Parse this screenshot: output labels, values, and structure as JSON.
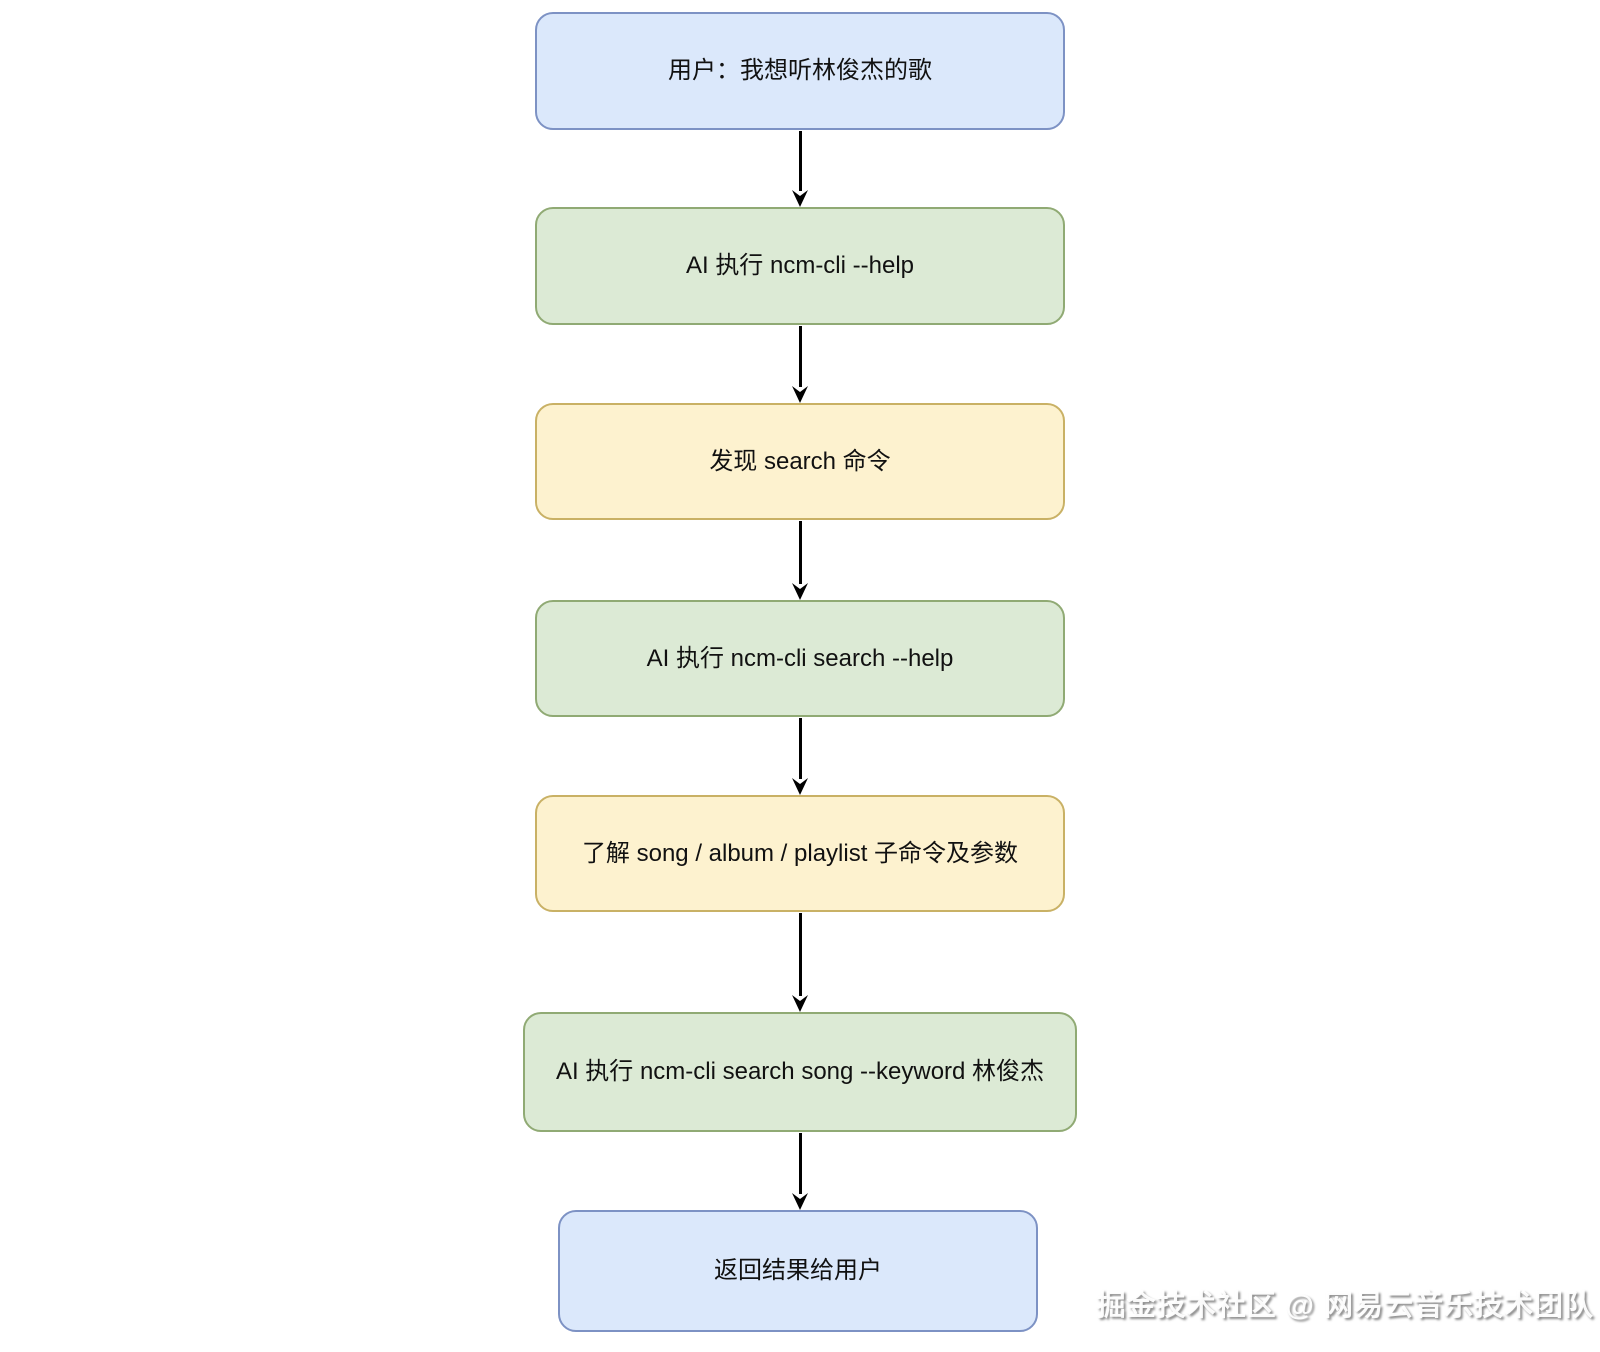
{
  "canvas": {
    "background": "#ffffff",
    "arrow_color": "#000000",
    "text_color": "#111111"
  },
  "flowchart": {
    "title": "ncm-cli AI agent flow",
    "nodes": [
      {
        "id": "user-request",
        "type": "user-step",
        "label": "用户：我想听林俊杰的歌",
        "fill": "#dbe8fb",
        "border": "#7d92c4"
      },
      {
        "id": "ai-run-help",
        "type": "ai-action",
        "label": "AI 执行 ncm-cli --help",
        "fill": "#dcead5",
        "border": "#90aa74"
      },
      {
        "id": "discover-search",
        "type": "finding",
        "label": "发现 search 命令",
        "fill": "#fdf2cf",
        "border": "#c9b165"
      },
      {
        "id": "ai-run-search-help",
        "type": "ai-action",
        "label": "AI 执行 ncm-cli search --help",
        "fill": "#dcead5",
        "border": "#90aa74"
      },
      {
        "id": "learn-subcommands",
        "type": "finding",
        "label": "了解 song / album / playlist 子命令及参数",
        "fill": "#fdf2cf",
        "border": "#c9b165"
      },
      {
        "id": "ai-run-search-song",
        "type": "ai-action",
        "label": "AI 执行 ncm-cli search song --keyword 林俊杰",
        "fill": "#dcead5",
        "border": "#90aa74"
      },
      {
        "id": "return-result",
        "type": "user-step",
        "label": "返回结果给用户",
        "fill": "#dbe8fb",
        "border": "#7d92c4"
      }
    ]
  },
  "watermark": {
    "text": "掘金技术社区 @ 网易云音乐技术团队"
  }
}
